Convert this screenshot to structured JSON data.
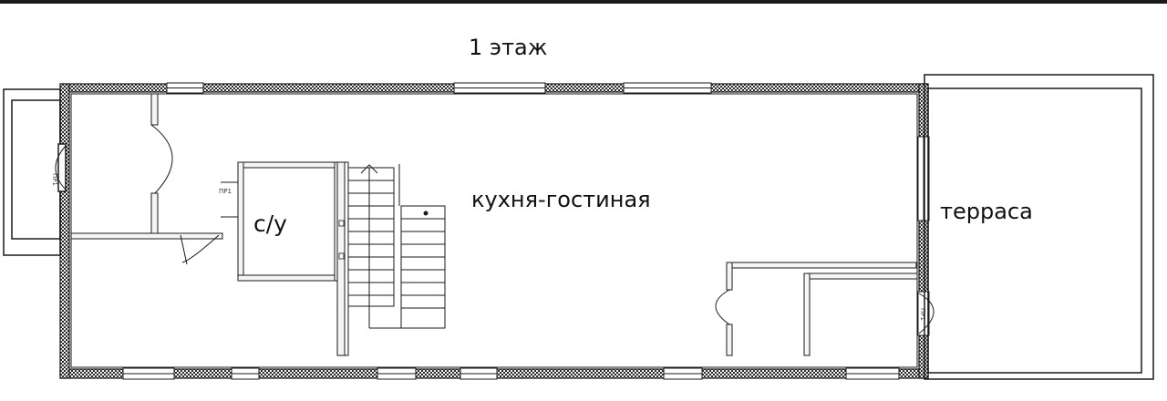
{
  "plan": {
    "floor_title": "1 этаж",
    "rooms": {
      "kitchen_living": "кухня-гостиная",
      "bathroom": "с/у",
      "terrace": "терраса"
    }
  },
  "colors": {
    "wall_fill": "#3a3a3a",
    "line": "#1a1a1a",
    "background": "#ffffff"
  }
}
